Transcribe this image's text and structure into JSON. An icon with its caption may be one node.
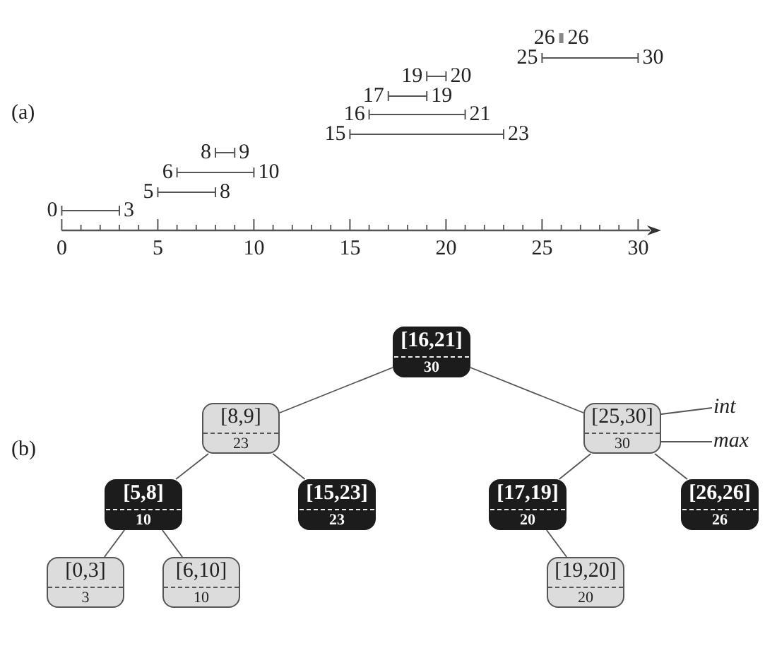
{
  "diagram": {
    "nodes": [
      {
        "text": [
          "[16,21]",
          "30"
        ]
      },
      {
        "text": [
          "[8,9]",
          "23"
        ]
      },
      {
        "text": [
          "[25,30]",
          "30"
        ]
      },
      {
        "text": [
          "int"
        ]
      },
      {
        "text": [
          "max"
        ]
      },
      {
        "text": [
          "[5,8]",
          "10"
        ]
      },
      {
        "text": [
          "[15,23]",
          "23"
        ]
      },
      {
        "text": [
          "[17,19]",
          "20"
        ]
      },
      {
        "text": [
          "[26,26]",
          "26"
        ]
      },
      {
        "text": [
          "[0,3]",
          "3"
        ]
      },
      {
        "text": [
          "[6,10]",
          "10"
        ]
      },
      {
        "text": [
          "[19,20]",
          "20"
        ]
      }
    ],
    "edges": [
      {
        "from": 0,
        "to": 1,
        "arrow": "none"
      },
      {
        "from": 0,
        "to": 2,
        "arrow": "none"
      },
      {
        "from": 1,
        "to": 5,
        "arrow": "none"
      },
      {
        "from": 1,
        "to": 6,
        "arrow": "none"
      },
      {
        "from": 2,
        "to": 7,
        "arrow": "none"
      },
      {
        "from": 2,
        "to": 8,
        "arrow": "none"
      },
      {
        "from": 5,
        "to": 9,
        "arrow": "none"
      },
      {
        "from": 5,
        "to": 10,
        "arrow": "none"
      },
      {
        "from": 7,
        "to": 11,
        "arrow": "none"
      },
      {
        "from": 3,
        "to": 2,
        "arrow": "none"
      },
      {
        "from": 4,
        "to": 2,
        "arrow": "none"
      }
    ],
    "labels": [
      "26",
      "26",
      "25",
      "30",
      "19",
      "20",
      "17",
      "19",
      "(a)",
      "16",
      "21",
      "15",
      "23",
      "8",
      "9",
      "6",
      "10",
      "5",
      "8",
      "0",
      "3",
      "0",
      "5",
      "10",
      "15",
      "20",
      "25",
      "30",
      "(b)"
    ]
  }
}
